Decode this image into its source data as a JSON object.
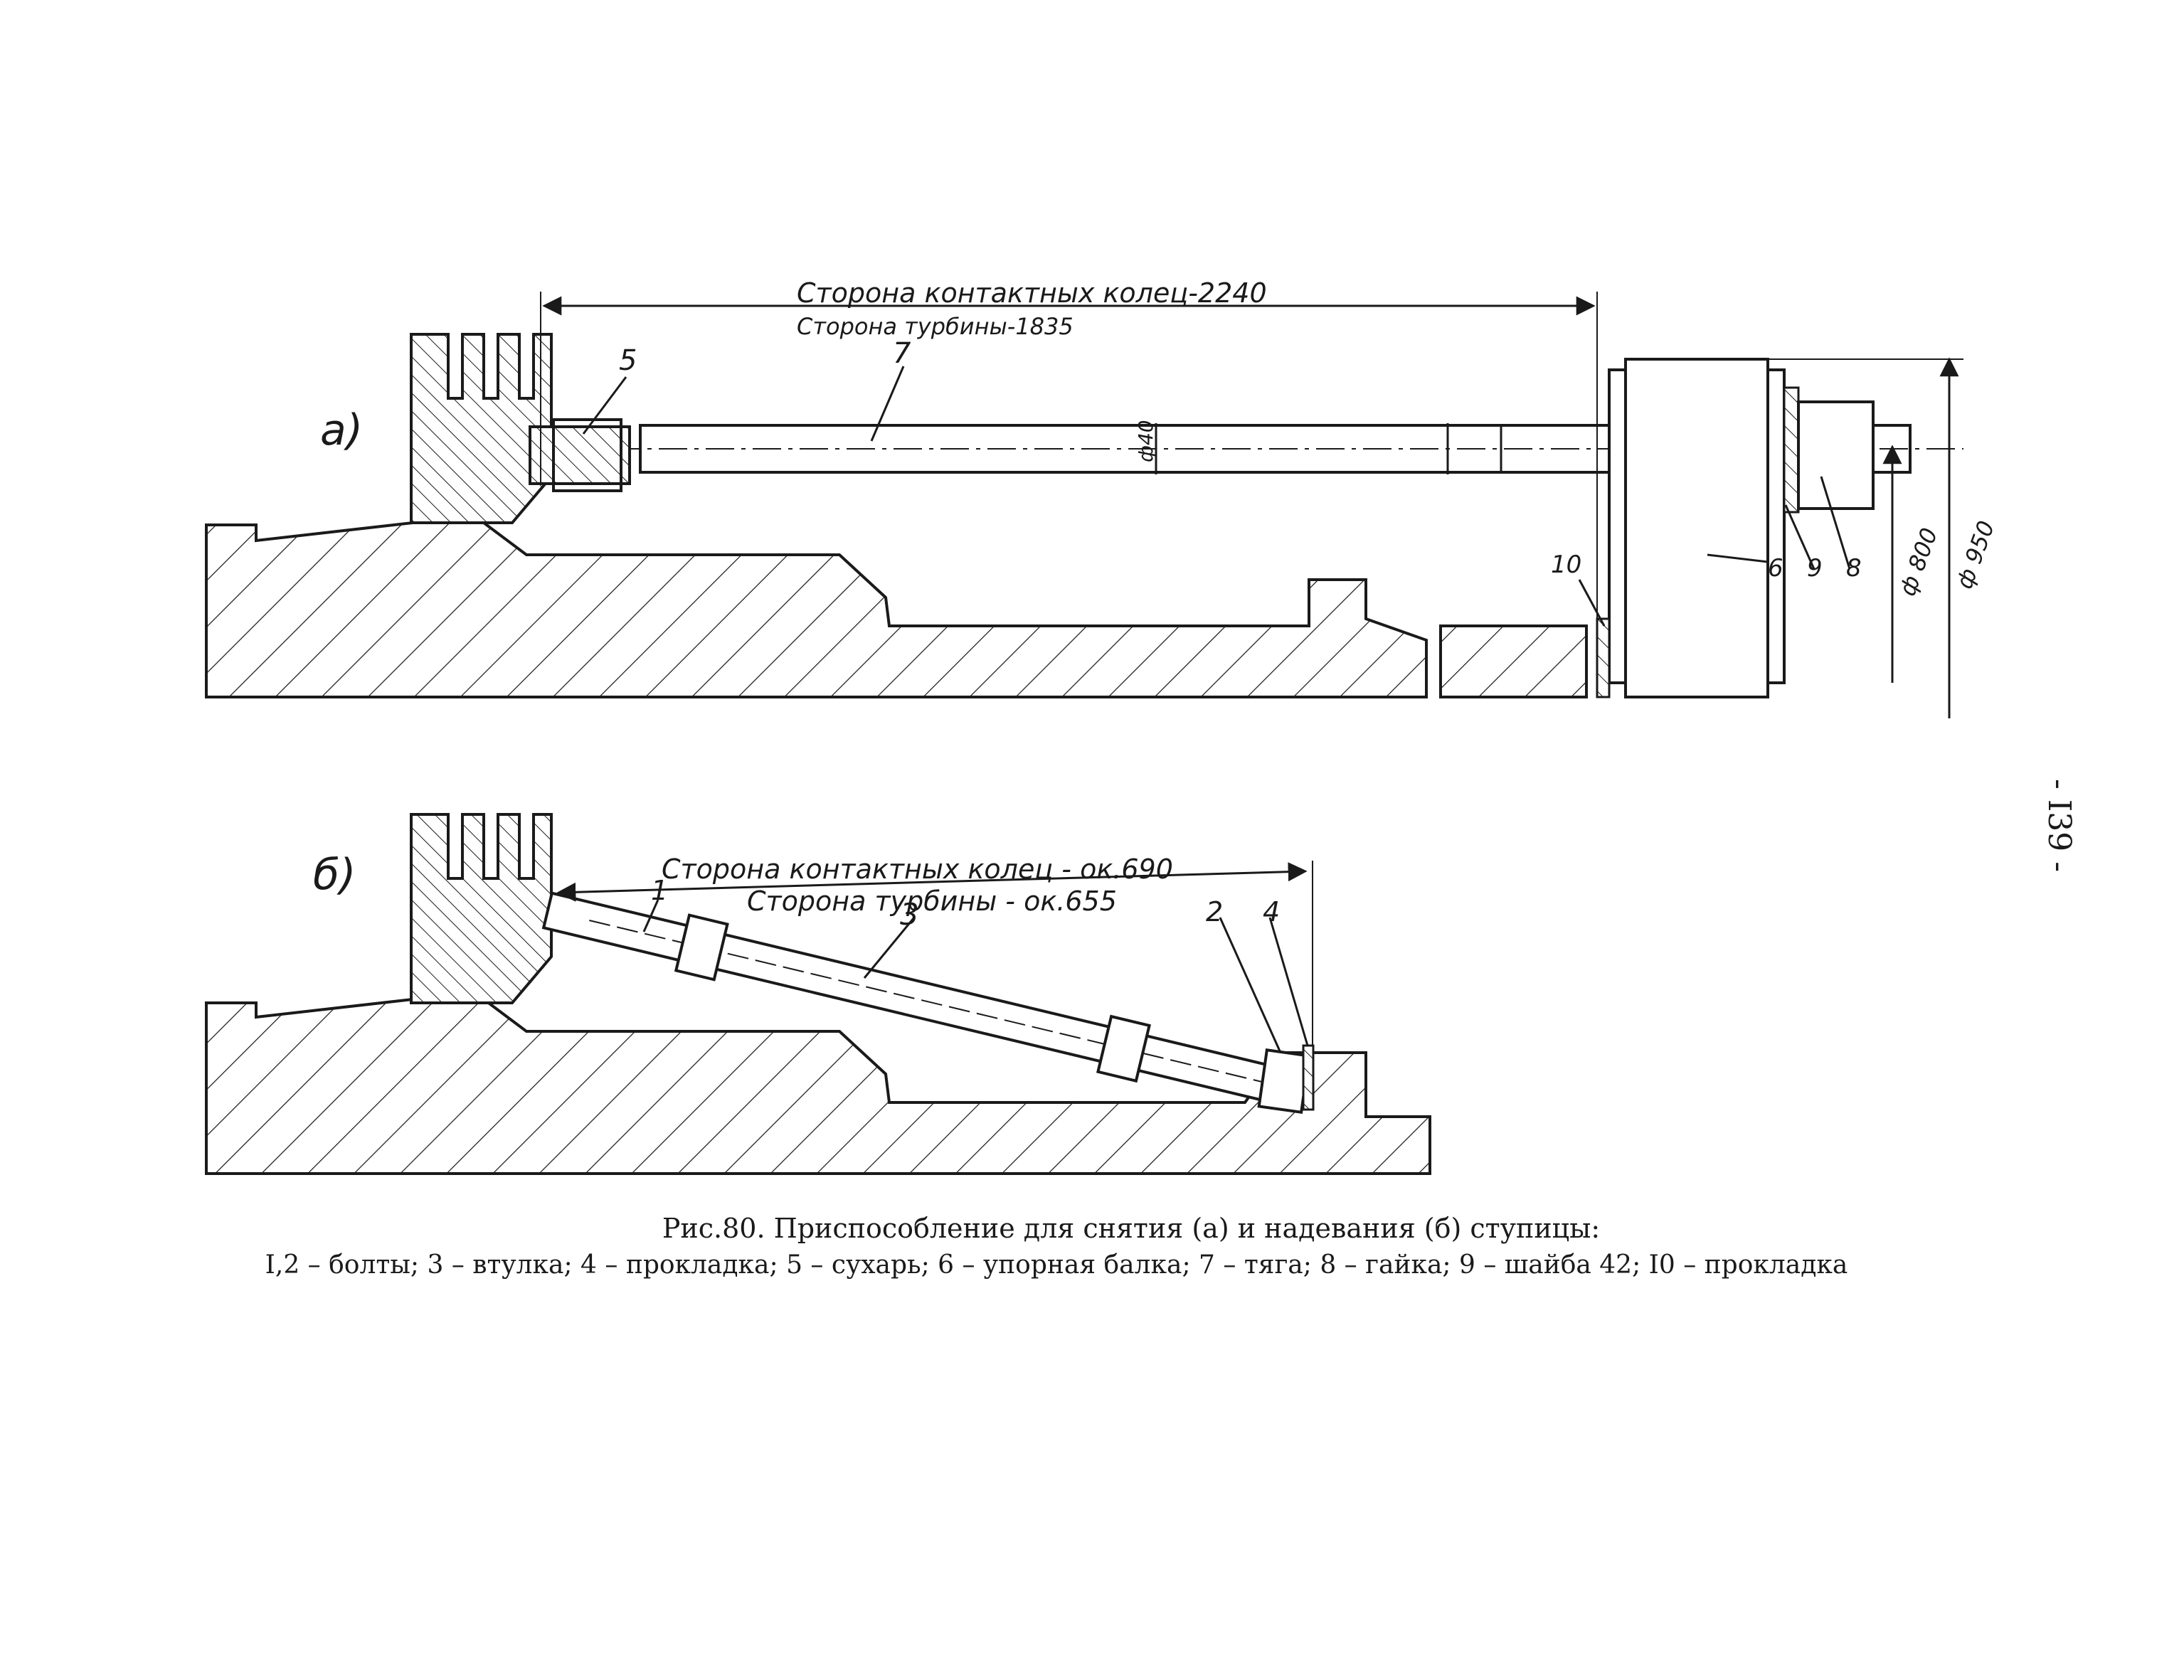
{
  "page_number": "- I39 -",
  "figure_a": {
    "panel_label": "а)",
    "dimension_line_1": "Сторона контактных колец-2240",
    "dimension_line_2": "Сторона турбины-1835",
    "diameter_rod": "ф40",
    "diameter_800": "ф 800",
    "diameter_950": "ф 950",
    "callouts": [
      "5",
      "7",
      "10",
      "6",
      "9",
      "8"
    ]
  },
  "figure_b": {
    "panel_label": "б)",
    "dimension_line_1": "Сторона контактных колец - ок.690",
    "dimension_line_2": "Сторона турбины - ок.655",
    "callouts": [
      "1",
      "3",
      "2",
      "4"
    ]
  },
  "caption": {
    "line1": "Рис.80. Приспособление для снятия (а) и надевания (б) ступицы:",
    "line2": "I,2 – болты; 3 – втулка; 4 – прокладка; 5 – сухарь; 6 – упорная балка; 7 – тяга; 8 – гайка; 9 – шайба 42; I0 – прокладка"
  }
}
